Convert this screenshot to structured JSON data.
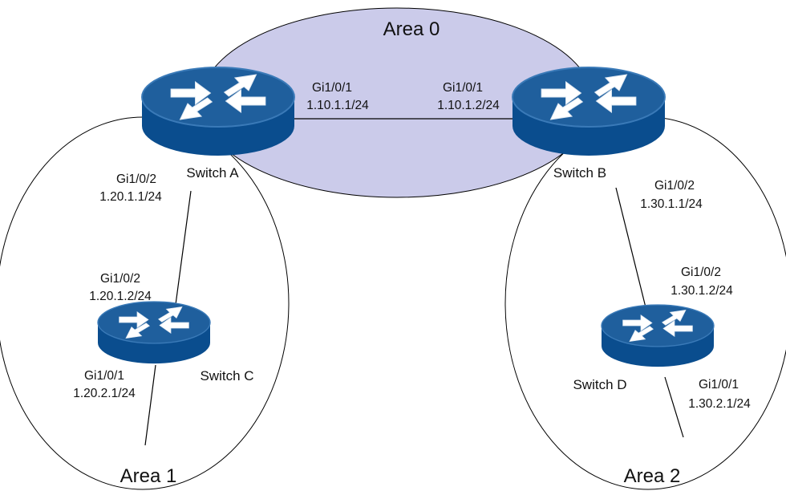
{
  "colors": {
    "area0_fill": "#cbcbea",
    "router_top": "#1f5f9d",
    "router_side": "#0a4d8e",
    "arrow": "#ffffff",
    "line": "#000000"
  },
  "icons": {
    "router": "router-icon",
    "arrows": "crossing-arrows-icon"
  },
  "areas": {
    "area0": "Area 0",
    "area1": "Area 1",
    "area2": "Area 2"
  },
  "switches": {
    "a": "Switch A",
    "b": "Switch B",
    "c": "Switch C",
    "d": "Switch D"
  },
  "ports": {
    "a_gi101": {
      "iface": "Gi1/0/1",
      "ip": "1.10.1.1/24"
    },
    "b_gi101": {
      "iface": "Gi1/0/1",
      "ip": "1.10.1.2/24"
    },
    "a_gi102": {
      "iface": "Gi1/0/2",
      "ip": "1.20.1.1/24"
    },
    "c_gi102": {
      "iface": "Gi1/0/2",
      "ip": "1.20.1.2/24"
    },
    "c_gi101": {
      "iface": "Gi1/0/1",
      "ip": "1.20.2.1/24"
    },
    "b_gi102": {
      "iface": "Gi1/0/2",
      "ip": "1.30.1.1/24"
    },
    "d_gi102": {
      "iface": "Gi1/0/2",
      "ip": "1.30.1.2/24"
    },
    "d_gi101": {
      "iface": "Gi1/0/1",
      "ip": "1.30.2.1/24"
    }
  }
}
